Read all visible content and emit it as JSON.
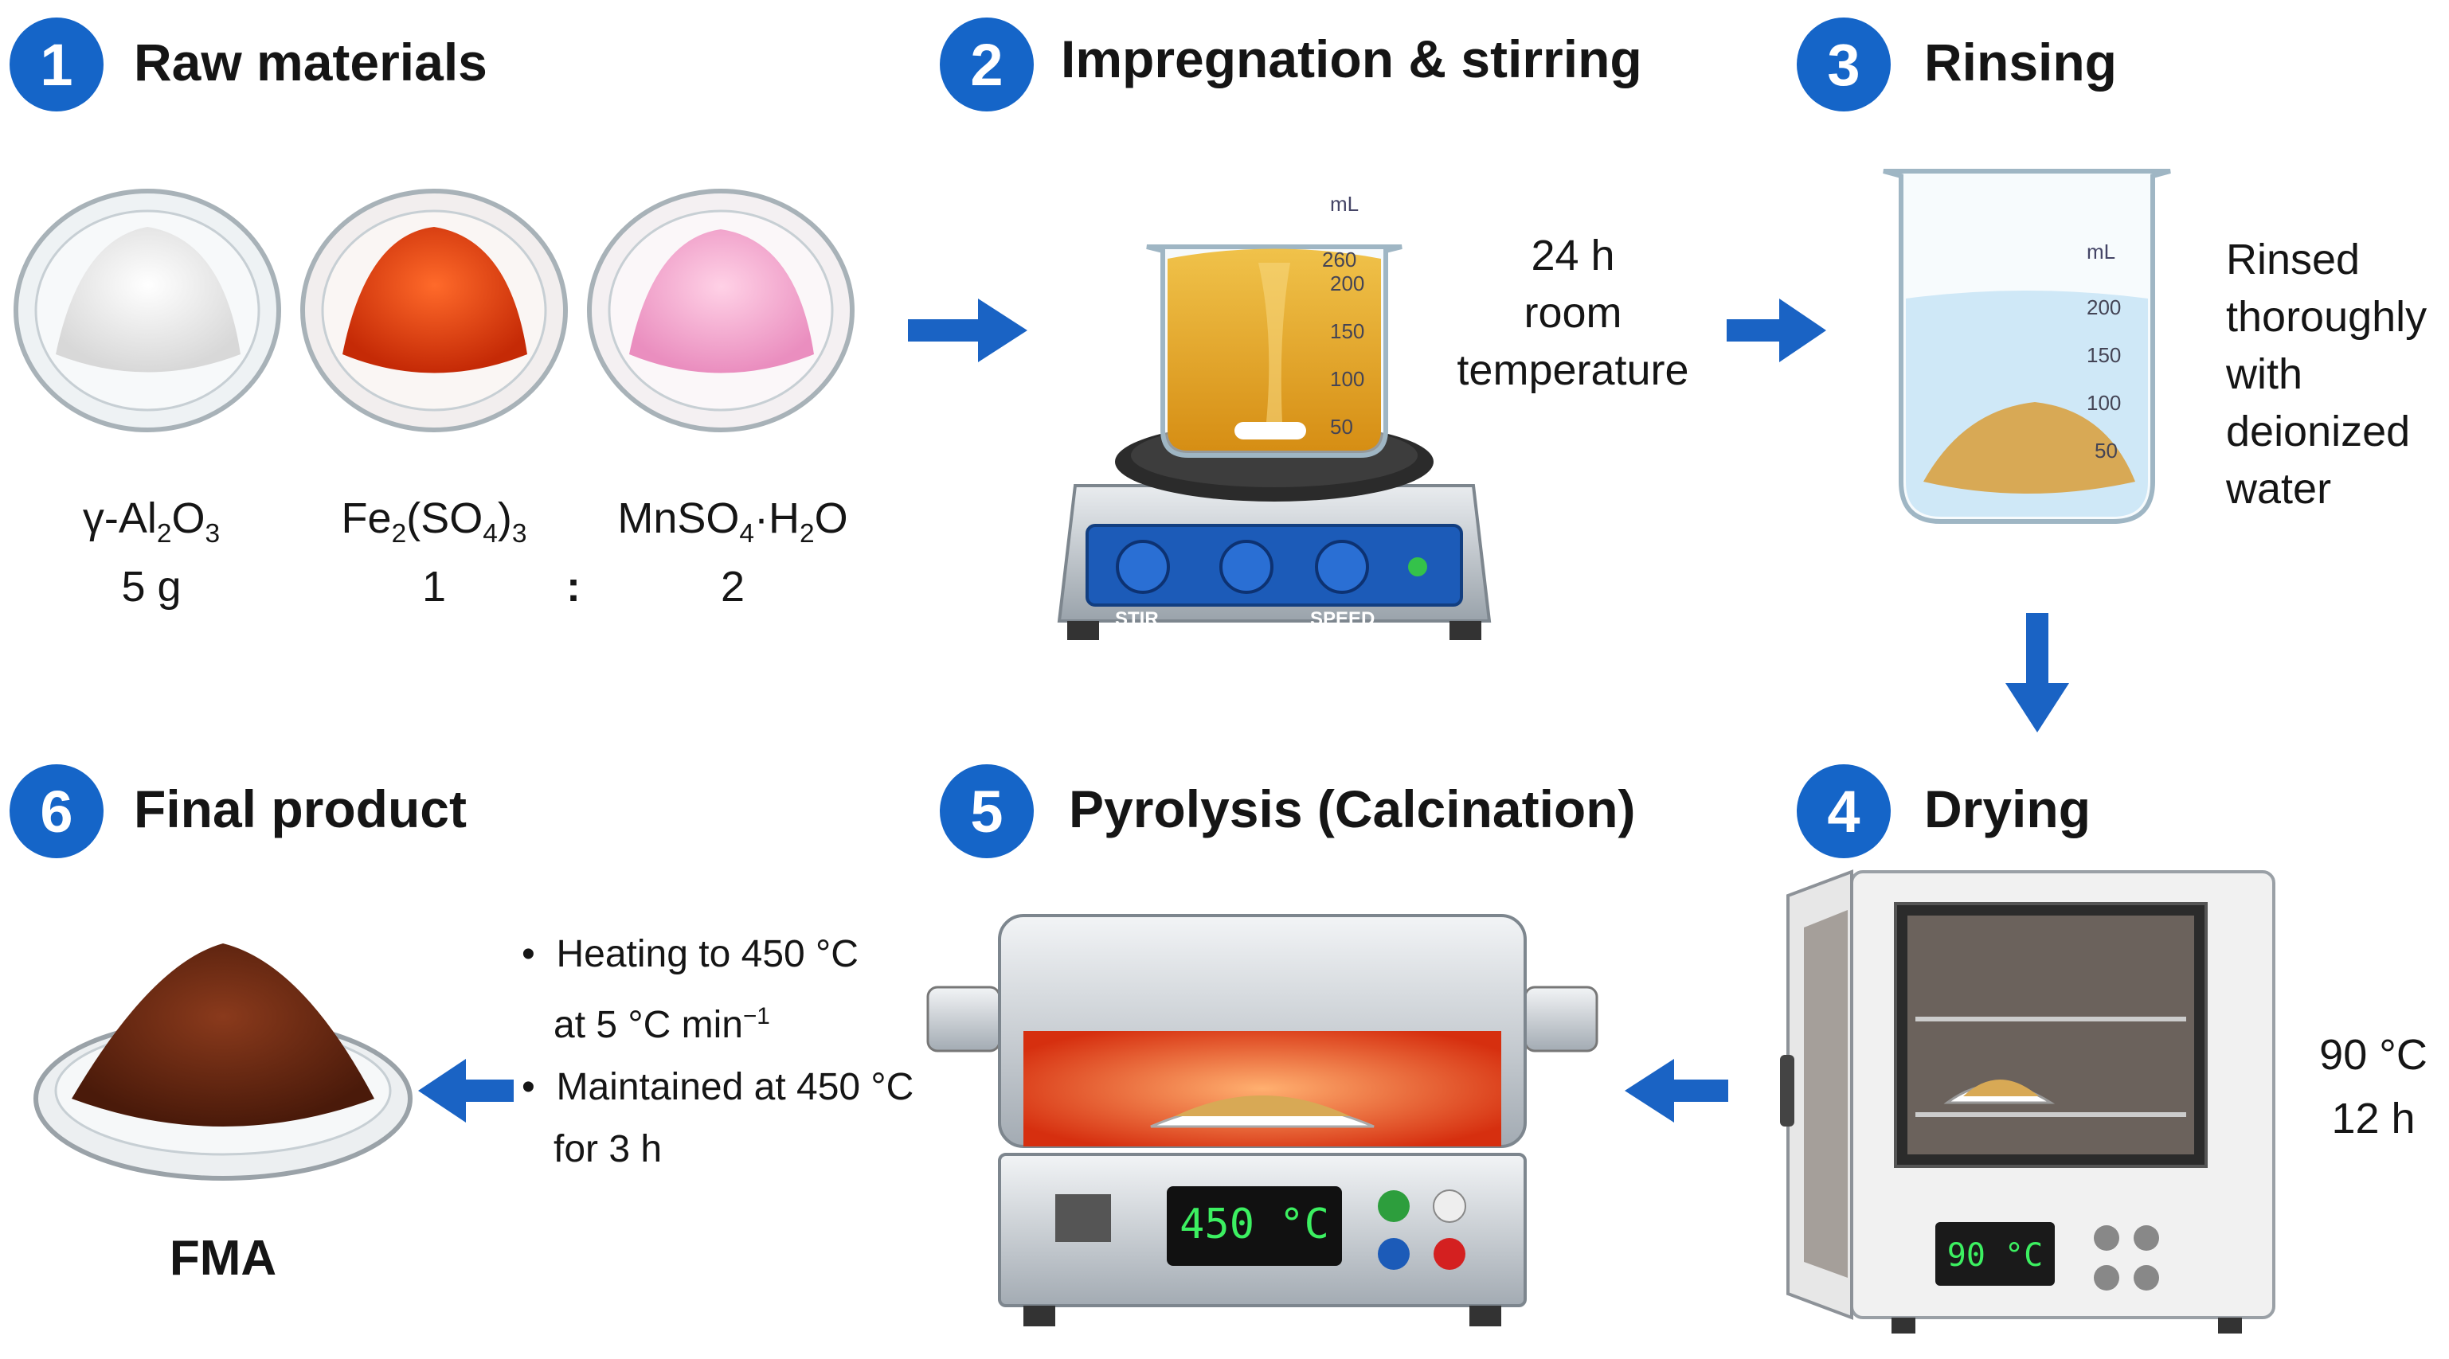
{
  "steps": [
    {
      "number": "1",
      "title": "Raw materials"
    },
    {
      "number": "2",
      "title": "Impregnation & stirring"
    },
    {
      "number": "3",
      "title": "Rinsing"
    },
    {
      "number": "4",
      "title": "Drying"
    },
    {
      "number": "5",
      "title": "Pyrolysis (Calcination)"
    },
    {
      "number": "6",
      "title": "Final product"
    }
  ],
  "raw_materials": {
    "items": [
      {
        "formula_main": "γ-Al",
        "sub1": "2",
        "mid": "O",
        "sub2": "3",
        "amount": "5 g",
        "color": "#f4f4f4"
      },
      {
        "formula_main": "Fe",
        "sub1": "2",
        "mid": "(SO",
        "sub2": "4",
        "tail": ")",
        "sub3": "3",
        "amount": "1",
        "color": "#e8400e"
      },
      {
        "formula_main": "MnSO",
        "sub1": "4",
        "mid": "·H",
        "sub2": "2",
        "tail": "O",
        "amount": "2",
        "color": "#f6b3d4"
      }
    ],
    "ratio_separator": ":"
  },
  "impregnation": {
    "conditions": [
      "24 h",
      "room",
      "temperature"
    ],
    "beaker_unit": "mL",
    "beaker_marks": [
      "260",
      "200",
      "150",
      "100",
      "50"
    ],
    "stirrer_labels": [
      "STIR",
      "SPEED"
    ]
  },
  "rinsing": {
    "note": [
      "Rinsed",
      "thoroughly",
      "with",
      "deionized",
      "water"
    ],
    "beaker_unit": "mL",
    "beaker_marks": [
      "200",
      "150",
      "100",
      "50"
    ]
  },
  "drying": {
    "conditions": [
      "90 °C",
      "12 h"
    ],
    "display": "90 °C"
  },
  "pyrolysis": {
    "display": "450 °C",
    "bullets": [
      {
        "l1": "Heating to 450 °C",
        "l2": "at 5 °C min",
        "sup": "−1"
      },
      {
        "l1": "Maintained at 450 °C",
        "l2": "for 3 h"
      }
    ]
  },
  "final_product": {
    "label": "FMA"
  },
  "colors": {
    "accent_blue": "#1565c8",
    "arrow_blue": "#1a63c4",
    "liquid_amber": "#e2a424",
    "water_blue": "#cfe8f7",
    "product_brown": "#6b2a14"
  }
}
